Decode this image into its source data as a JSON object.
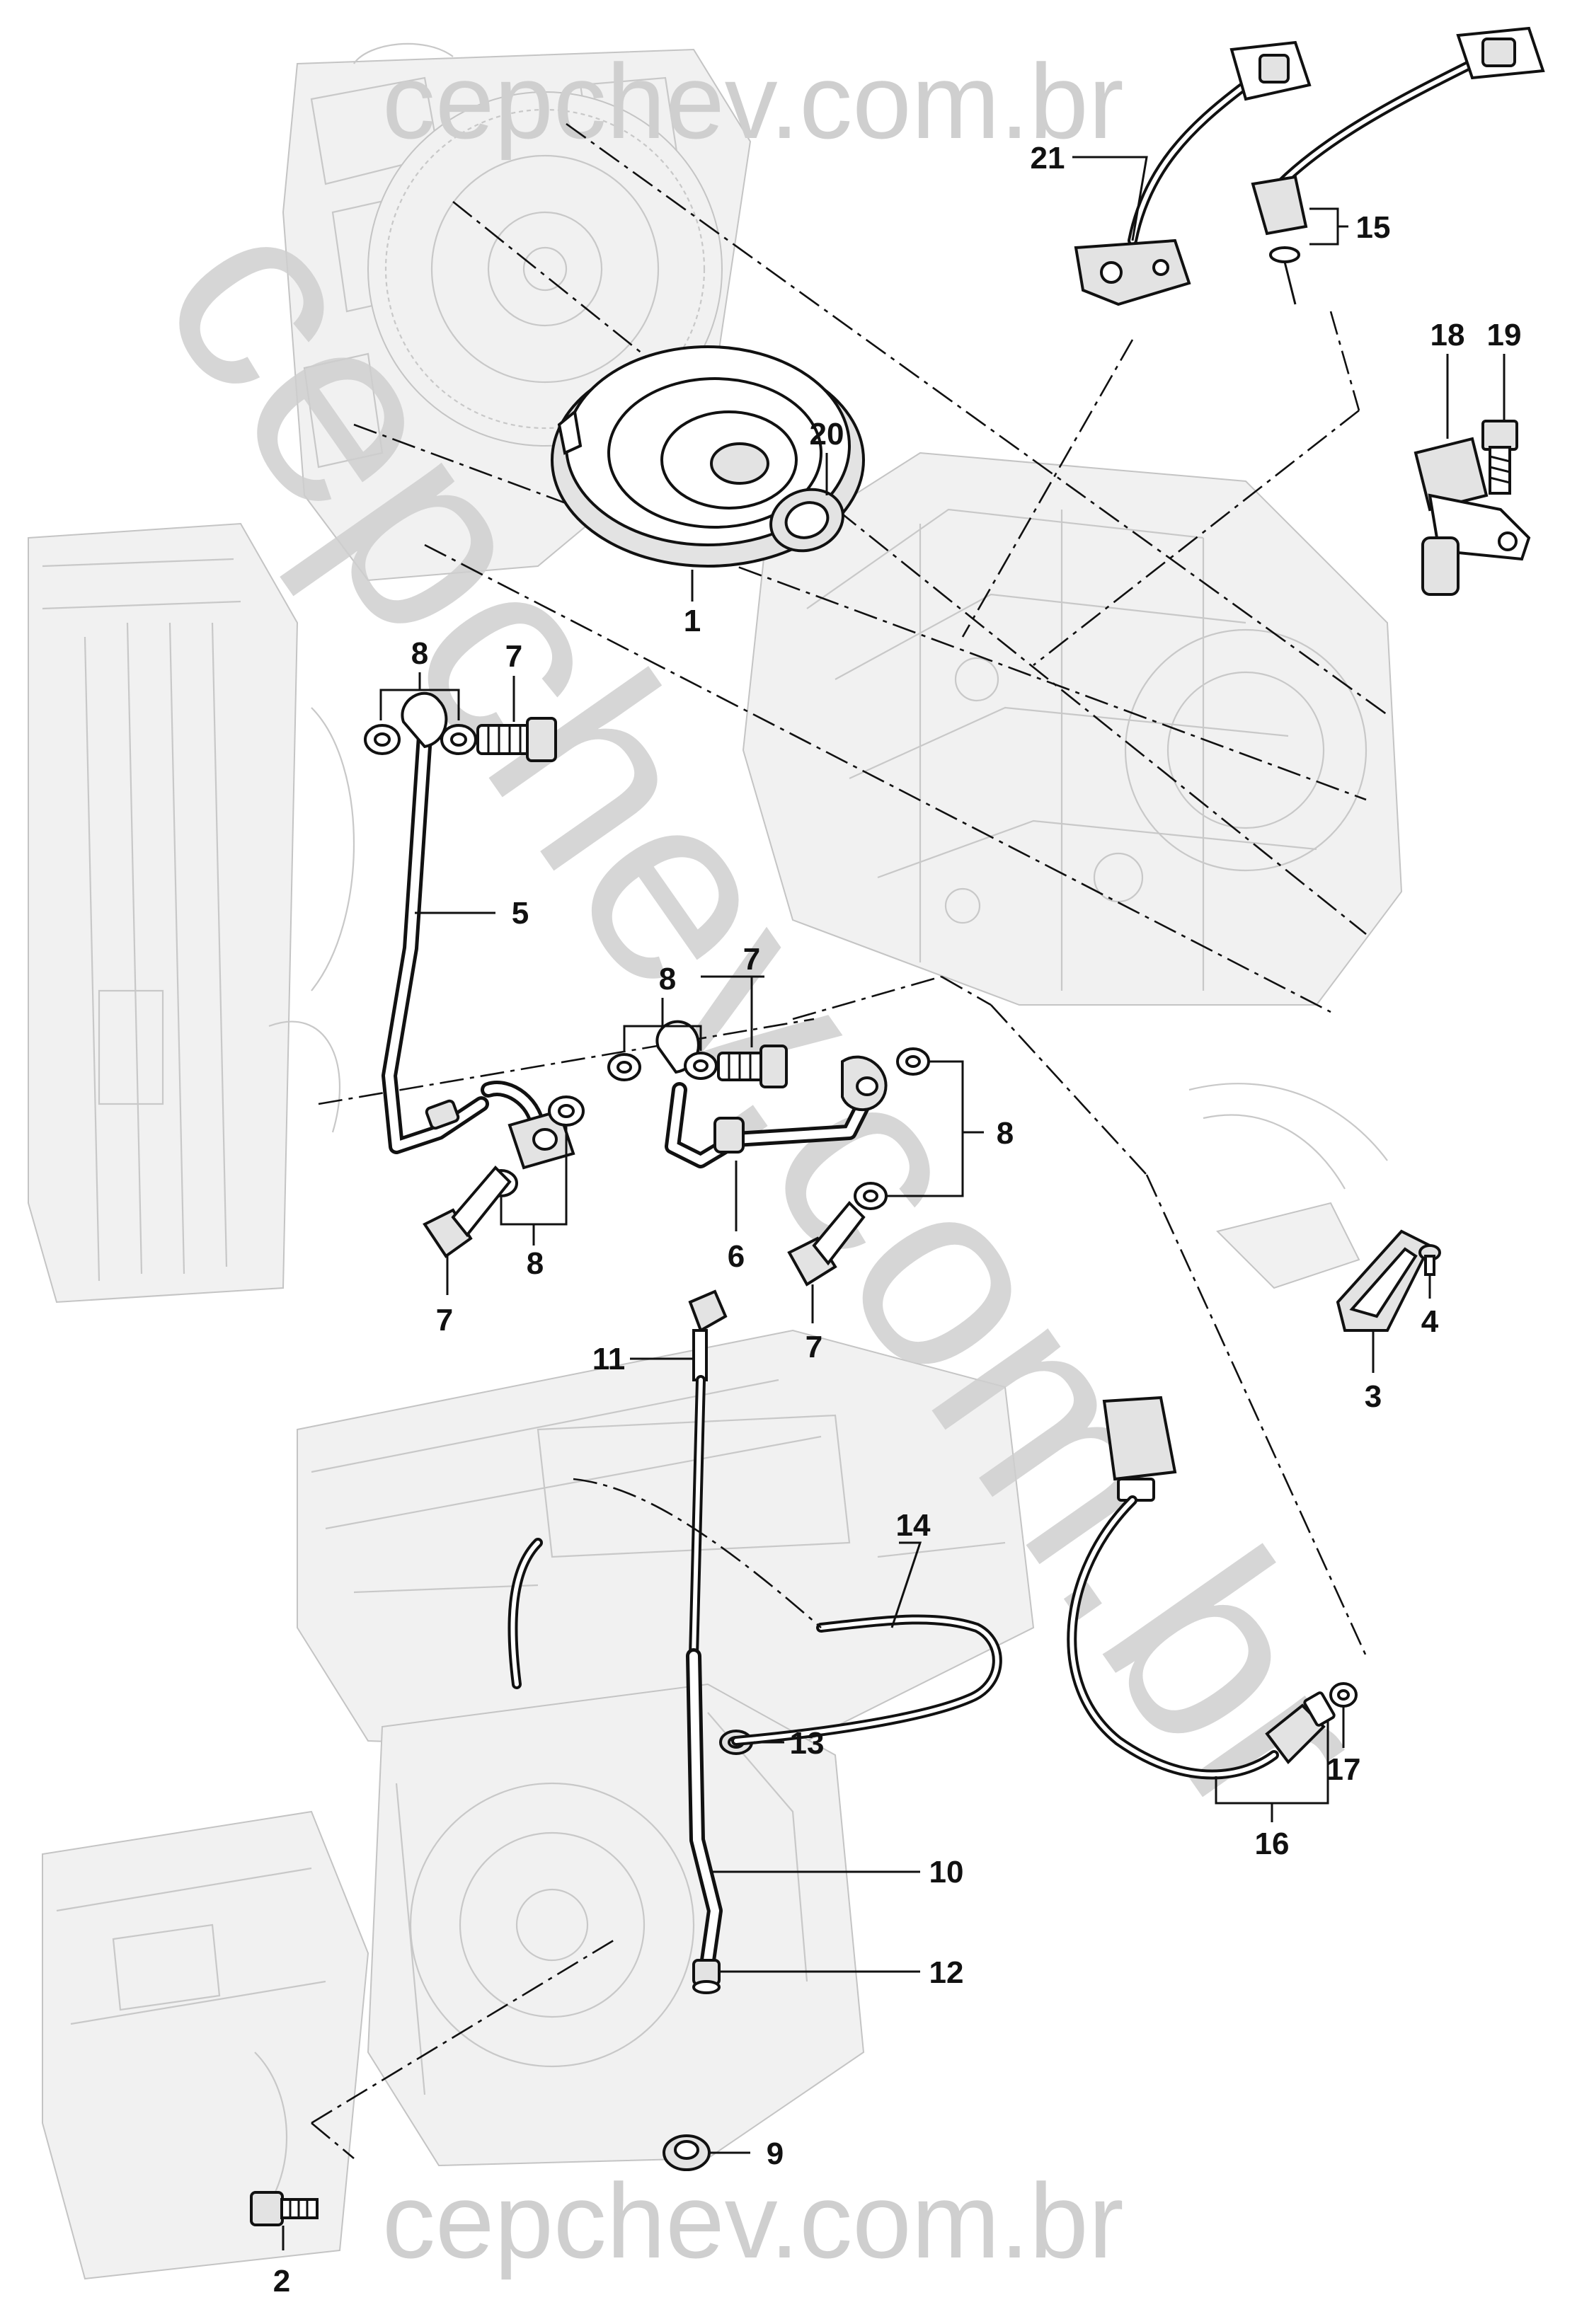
{
  "watermark": {
    "top": "cepchev.com.br",
    "diagonal": "cepchev.com.br",
    "bottom": "cepchev.com.br"
  },
  "callouts": [
    {
      "id": "1",
      "label": "1"
    },
    {
      "id": "2",
      "label": "2"
    },
    {
      "id": "3",
      "label": "3"
    },
    {
      "id": "4",
      "label": "4"
    },
    {
      "id": "5",
      "label": "5"
    },
    {
      "id": "6",
      "label": "6"
    },
    {
      "id": "7a",
      "label": "7"
    },
    {
      "id": "7b",
      "label": "7"
    },
    {
      "id": "7c",
      "label": "7"
    },
    {
      "id": "7d",
      "label": "7"
    },
    {
      "id": "8a",
      "label": "8"
    },
    {
      "id": "8b",
      "label": "8"
    },
    {
      "id": "8c",
      "label": "8"
    },
    {
      "id": "8d",
      "label": "8"
    },
    {
      "id": "9",
      "label": "9"
    },
    {
      "id": "10",
      "label": "10"
    },
    {
      "id": "11",
      "label": "11"
    },
    {
      "id": "12",
      "label": "12"
    },
    {
      "id": "13",
      "label": "13"
    },
    {
      "id": "14",
      "label": "14"
    },
    {
      "id": "15",
      "label": "15"
    },
    {
      "id": "16",
      "label": "16"
    },
    {
      "id": "17",
      "label": "17"
    },
    {
      "id": "18",
      "label": "18"
    },
    {
      "id": "19",
      "label": "19"
    },
    {
      "id": "20",
      "label": "20"
    },
    {
      "id": "21",
      "label": "21"
    }
  ]
}
